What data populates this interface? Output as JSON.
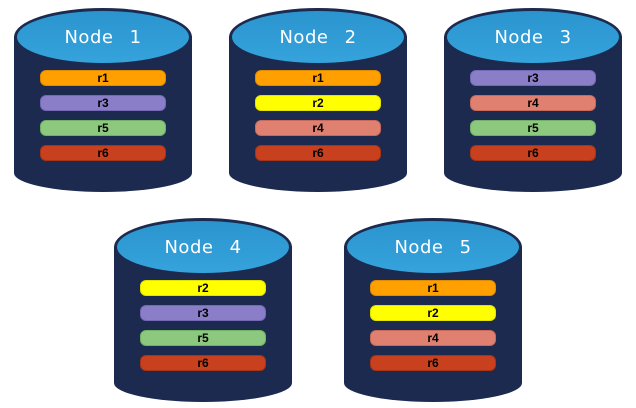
{
  "diagram": {
    "type": "database-replica-distribution",
    "background": "#FFFFFF"
  },
  "cylinder": {
    "body_color": "#1B2A4E",
    "outline_color": "#1B2A4E",
    "top_color": "#2F9ED6",
    "top_gradient_start": "#2B94CE",
    "top_gradient_end": "#35A3DC",
    "label_color": "#FFFFFF"
  },
  "bar_text_color": "#000000",
  "replica_colors": {
    "r1": {
      "fill": "#FFA000",
      "border": "#E08A00"
    },
    "r2": {
      "fill": "#FFFF00",
      "border": "#E3E300"
    },
    "r3": {
      "fill": "#8B7EC8",
      "border": "#7568B5"
    },
    "r4": {
      "fill": "#E08070",
      "border": "#C76A5A"
    },
    "r5": {
      "fill": "#8CC87E",
      "border": "#72B164"
    },
    "r6": {
      "fill": "#C8401E",
      "border": "#A63417"
    }
  },
  "nodes": [
    {
      "label": "Node 1",
      "replicas": [
        "r1",
        "r3",
        "r5",
        "r6"
      ]
    },
    {
      "label": "Node 2",
      "replicas": [
        "r1",
        "r2",
        "r4",
        "r6"
      ]
    },
    {
      "label": "Node 3",
      "replicas": [
        "r3",
        "r4",
        "r5",
        "r6"
      ]
    },
    {
      "label": "Node 4",
      "replicas": [
        "r2",
        "r3",
        "r5",
        "r6"
      ]
    },
    {
      "label": "Node 5",
      "replicas": [
        "r1",
        "r2",
        "r4",
        "r6"
      ]
    }
  ],
  "rows": [
    [
      0,
      1,
      2
    ],
    [
      3,
      4
    ]
  ]
}
